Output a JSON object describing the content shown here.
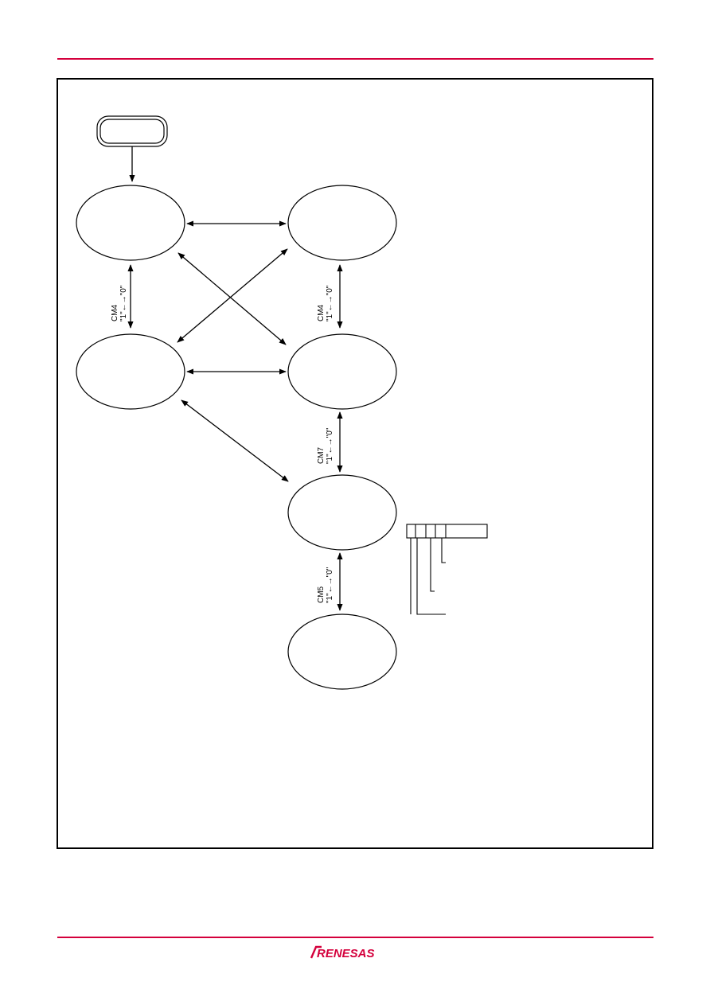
{
  "colors": {
    "accent": "#d4003c",
    "line": "#000000"
  },
  "logo": {
    "text": "RENESAS"
  },
  "diagram": {
    "start_box": {
      "label": ""
    },
    "states": [
      {
        "id": "s1",
        "label": ""
      },
      {
        "id": "s2",
        "label": ""
      },
      {
        "id": "s3",
        "label": ""
      },
      {
        "id": "s4",
        "label": ""
      },
      {
        "id": "s5",
        "label": ""
      },
      {
        "id": "s6",
        "label": ""
      }
    ],
    "edge_labels": {
      "left_vertical": {
        "bit": "CM4",
        "values": "\"1\"←→\"0\""
      },
      "right_upper": {
        "bit": "CM4",
        "values": "\"1\"←→\"0\""
      },
      "right_middle": {
        "bit": "CM7",
        "values": "\"1\"←→\"0\""
      },
      "right_lower": {
        "bit": "CM5",
        "values": "\"1\"←→\"0\""
      }
    },
    "register_table": {
      "cells": [
        "",
        "",
        "",
        ""
      ]
    }
  }
}
